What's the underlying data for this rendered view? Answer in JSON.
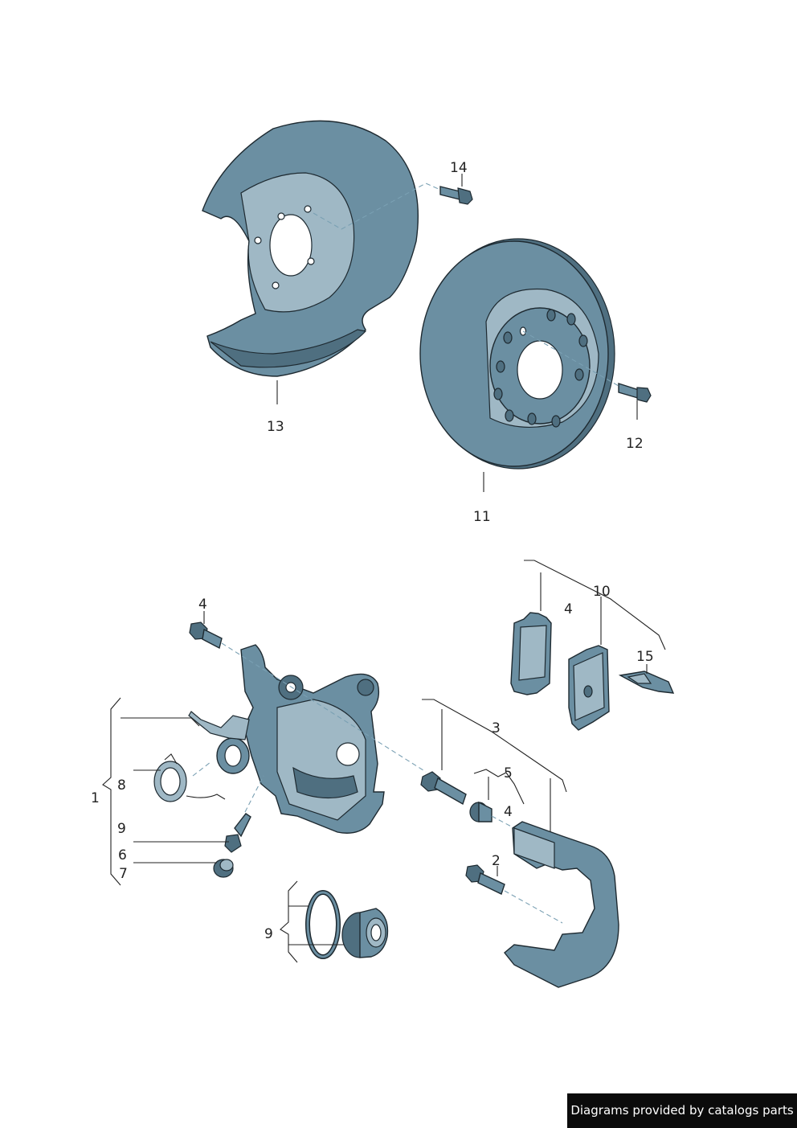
{
  "callouts": {
    "c14": "14",
    "c13": "13",
    "c12": "12",
    "c11": "11",
    "c4_bolt": "4",
    "c10": "10",
    "c4_pads": "4",
    "c15": "15",
    "c1": "1",
    "c8": "8",
    "c9_kit": "9",
    "c6": "6",
    "c7": "7",
    "c3": "3",
    "c5": "5",
    "c4_sleeve": "4",
    "c2": "2",
    "c9_lower": "9"
  },
  "footer": {
    "credit": "Diagrams provided by catalogs parts"
  }
}
